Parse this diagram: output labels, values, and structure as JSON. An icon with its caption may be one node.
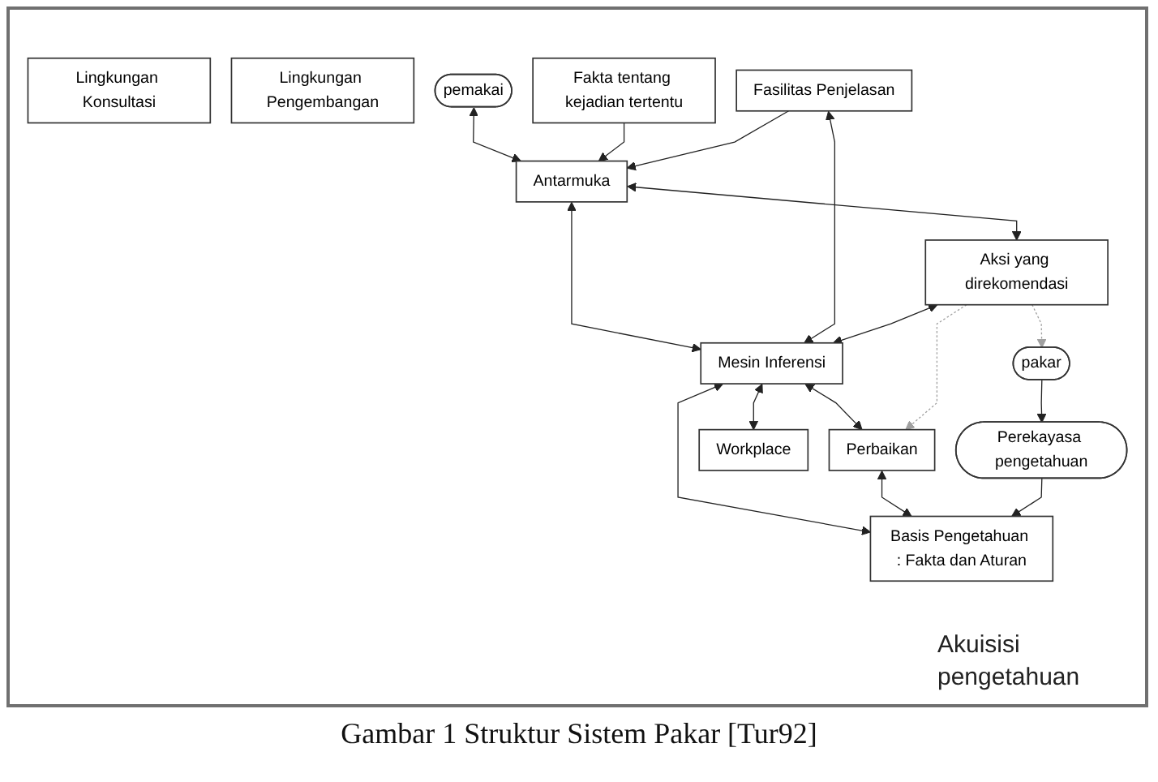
{
  "diagram": {
    "caption": "Gambar 1 Struktur Sistem Pakar [Tur92]",
    "nodes": [
      {
        "text": [
          "Lingkungan Konsultasi"
        ]
      },
      {
        "text": [
          "Lingkungan Pengembangan"
        ]
      },
      {
        "text": [
          "pemakai"
        ]
      },
      {
        "text": [
          "Fakta tentang kejadian tertentu"
        ]
      },
      {
        "text": [
          "Basis Pengetahuan : Fakta dan Aturan"
        ]
      },
      {
        "text": [
          "Antarmuka"
        ]
      },
      {
        "text": [
          "Fasilitas Penjelasan"
        ]
      },
      {
        "text": [
          "Perekayasa pengetahuan"
        ]
      },
      {
        "text": [
          "Aksi yang direkomendasi"
        ]
      },
      {
        "text": [
          "Mesin Inferensi"
        ]
      },
      {
        "text": [
          "pakar"
        ]
      },
      {
        "text": [
          "Workplace"
        ]
      },
      {
        "text": [
          "Perbaikan"
        ]
      }
    ],
    "edges": [
      {
        "from": 2,
        "to": 5,
        "arrow": "both"
      },
      {
        "from": 3,
        "to": 5,
        "arrow": "to"
      },
      {
        "from": 5,
        "to": 8,
        "arrow": "both"
      },
      {
        "from": 5,
        "to": 9,
        "arrow": "both"
      },
      {
        "from": 6,
        "to": 5,
        "arrow": "to"
      },
      {
        "from": 6,
        "to": 9,
        "arrow": "both"
      },
      {
        "from": 8,
        "to": 9,
        "arrow": "both"
      },
      {
        "from": 9,
        "to": 11,
        "arrow": "both"
      },
      {
        "from": 9,
        "to": 4,
        "arrow": "both"
      },
      {
        "from": 12,
        "to": 4,
        "arrow": "both"
      },
      {
        "from": 9,
        "to": 12,
        "arrow": "both"
      },
      {
        "from": 7,
        "to": 4,
        "arrow": "to"
      },
      {
        "from": 10,
        "to": 7,
        "arrow": "to"
      },
      {
        "from": 8,
        "to": 10,
        "arrow": "to",
        "style": "dashed",
        "color": "#a0a0a0"
      },
      {
        "from": 8,
        "to": 12,
        "arrow": "to",
        "style": "dashed",
        "color": "#a0a0a0"
      }
    ],
    "labels": [
      "Akuisisi pengetahuan"
    ]
  }
}
